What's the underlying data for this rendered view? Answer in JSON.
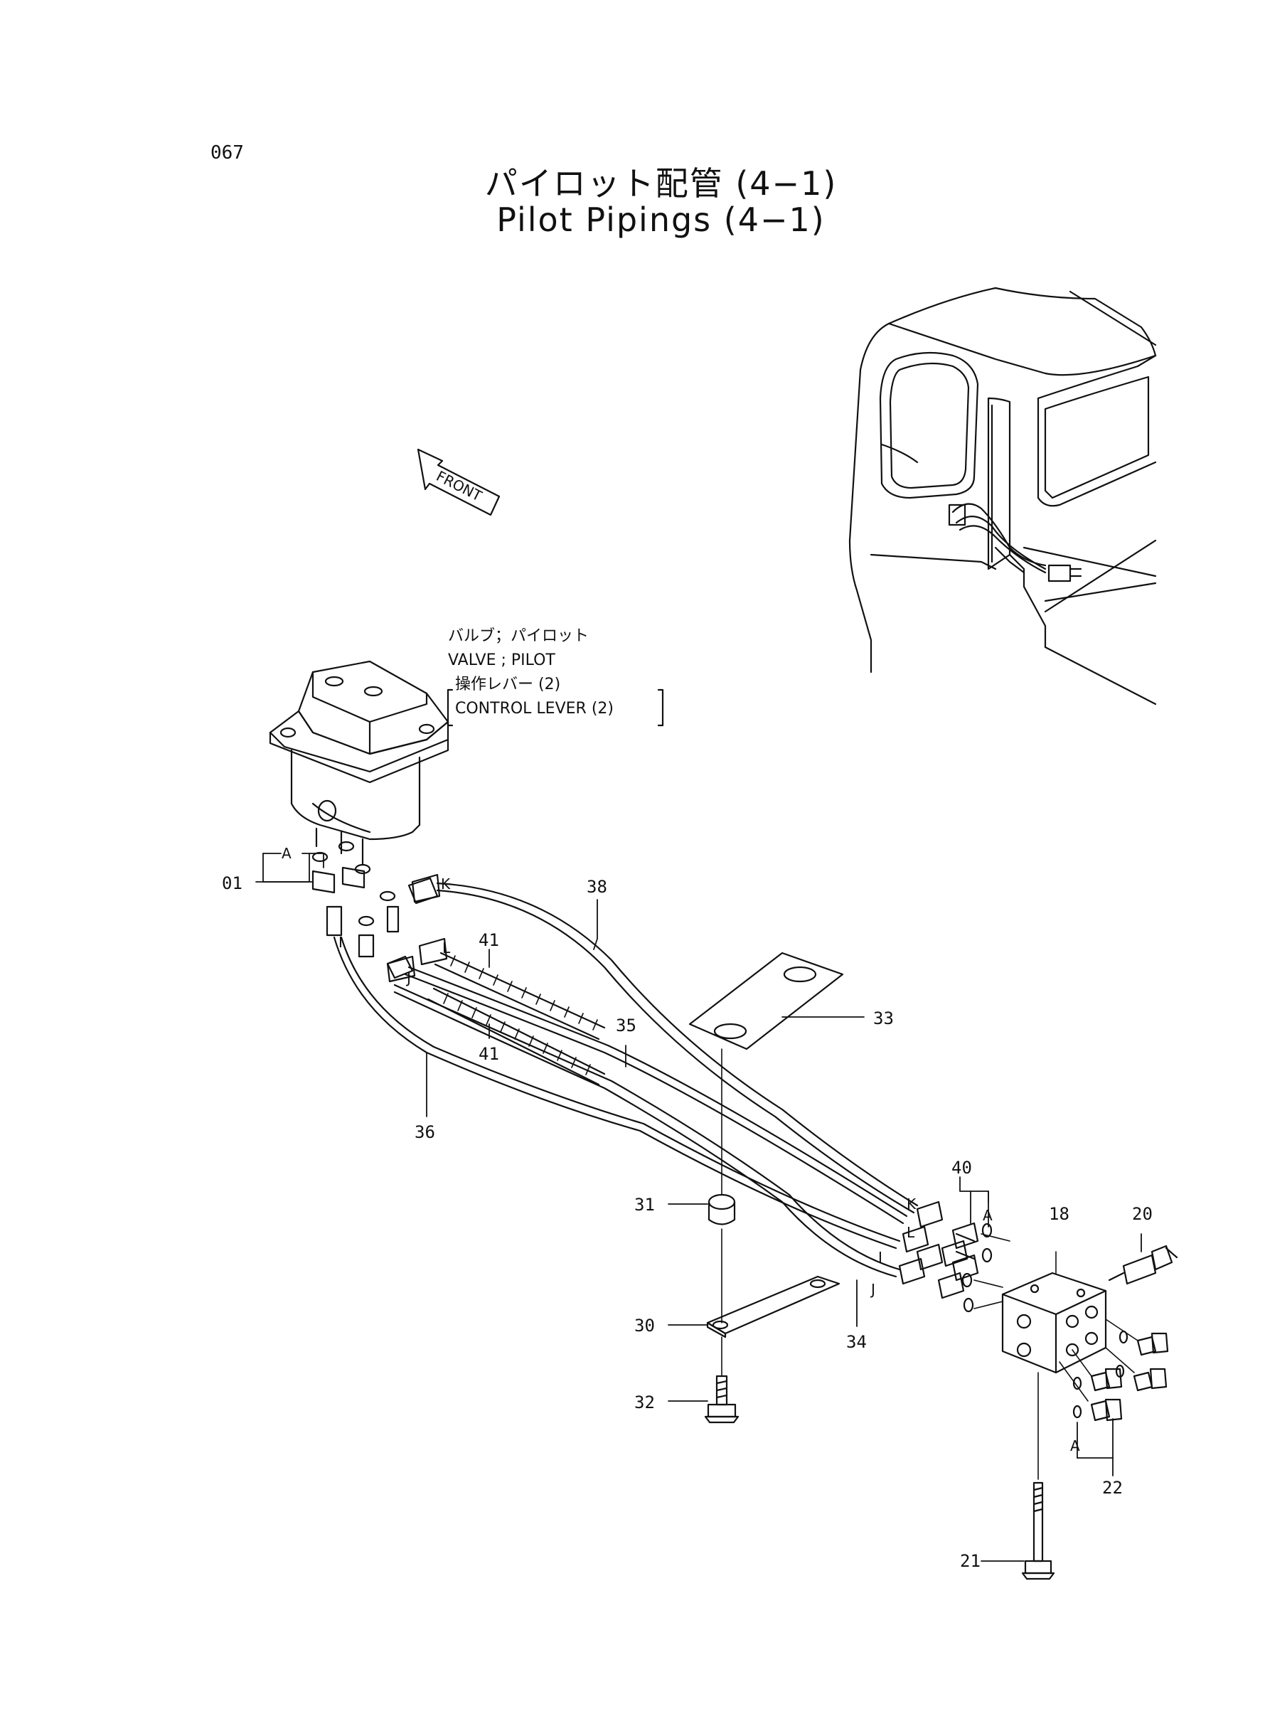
{
  "header": {
    "page_number": "067",
    "title_jp": "パイロット配管 (4−1)",
    "title_en": "Pilot Pipings (4−1)"
  },
  "front_arrow_label": "FRONT",
  "valve_note": {
    "line1": "バルブ；パイロット",
    "line2": "VALVE ; PILOT",
    "line3": "操作レバー (2)",
    "line4": "CONTROL  LEVER (2)"
  },
  "callouts": {
    "p01": "01",
    "p18": "18",
    "p20": "20",
    "p21": "21",
    "p22": "22",
    "p30": "30",
    "p31": "31",
    "p32": "32",
    "p33": "33",
    "p34": "34",
    "p35": "35",
    "p36": "36",
    "p38": "38",
    "p40": "40",
    "p41a": "41",
    "p41b": "41"
  },
  "letters": {
    "a1": "A",
    "a2": "A",
    "a3": "A",
    "k1": "K",
    "l1": "L",
    "i1": "I",
    "j1": "J",
    "k2": "K",
    "l2": "L",
    "i2": "I",
    "j2": "J"
  }
}
